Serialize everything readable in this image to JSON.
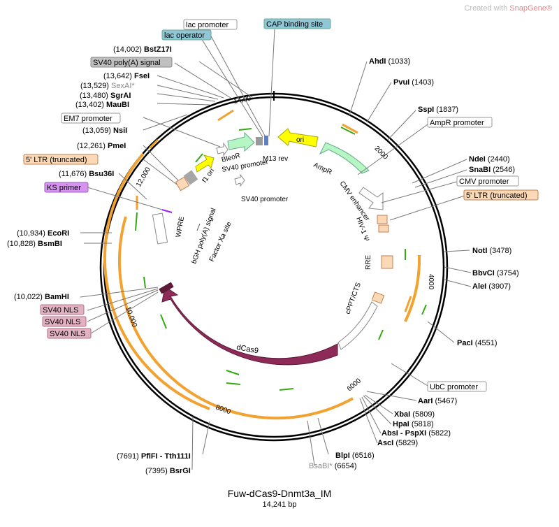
{
  "watermark": {
    "prefix": "Created with ",
    "brand": "SnapGene®"
  },
  "plasmid": {
    "name": "Fuw-dCas9-Dnmt3a_IM",
    "length_label": "14,241 bp"
  },
  "ticks": [
    "2000",
    "4000",
    "6000",
    "8000",
    "10,000",
    "12,000",
    "14,00"
  ],
  "enzymes_left": [
    {
      "pos": "(14,002)",
      "name": "BstZ17I"
    },
    {
      "pos": "(13,642)",
      "name": "FseI"
    },
    {
      "pos": "(13,529)",
      "name": "SexAI*"
    },
    {
      "pos": "(13,480)",
      "name": "SgrAI"
    },
    {
      "pos": "(13,402)",
      "name": "MauBI"
    },
    {
      "pos": "(13,059)",
      "name": "NsiI"
    },
    {
      "pos": "(12,261)",
      "name": "PmeI"
    },
    {
      "pos": "(11,676)",
      "name": "Bsu36I"
    },
    {
      "pos": "(10,934)",
      "name": "EcoRI"
    },
    {
      "pos": "(10,828)",
      "name": "BsmBI"
    },
    {
      "pos": "(10,022)",
      "name": "BamHI"
    }
  ],
  "enzymes_right": [
    {
      "name": "AhdI",
      "pos": "(1033)"
    },
    {
      "name": "PvuI",
      "pos": "(1403)"
    },
    {
      "name": "SspI",
      "pos": "(1837)"
    },
    {
      "name": "NdeI",
      "pos": "(2440)"
    },
    {
      "name": "SnaBI",
      "pos": "(2546)"
    },
    {
      "name": "NotI",
      "pos": "(3478)"
    },
    {
      "name": "BbvCI",
      "pos": "(3754)"
    },
    {
      "name": "AleI",
      "pos": "(3907)"
    },
    {
      "name": "PacI",
      "pos": "(4551)"
    },
    {
      "name": "AarI",
      "pos": "(5467)"
    },
    {
      "name": "XbaI",
      "pos": "(5809)"
    },
    {
      "name": "HpaI",
      "pos": "(5818)"
    },
    {
      "name": "AbsI - PspXI",
      "pos": "(5822)"
    },
    {
      "name": "AscI",
      "pos": "(5829)"
    }
  ],
  "enzymes_bottom": [
    {
      "pos": "(7691)",
      "name": "PflFI - Tth111I"
    },
    {
      "pos": "(7395)",
      "name": "BsrGI"
    },
    {
      "name": "BlpI",
      "pos": "(6516)"
    },
    {
      "name": "BsaBI*",
      "pos": "(6654)"
    }
  ],
  "boxed_labels": [
    {
      "text": "lac promoter",
      "fill": "#ffffff"
    },
    {
      "text": "lac operator",
      "fill": "#8fc7d6"
    },
    {
      "text": "CAP binding site",
      "fill": "#8fc7d6"
    },
    {
      "text": "SV40 poly(A) signal",
      "fill": "#c0c0c0"
    },
    {
      "text": "EM7 promoter",
      "fill": "#ffffff"
    },
    {
      "text": "5' LTR (truncated)",
      "fill": "#fbd9b7"
    },
    {
      "text": "KS primer",
      "fill": "#d692ef"
    },
    {
      "text": "SV40 NLS",
      "fill": "#e3b2c2"
    },
    {
      "text": "SV40 NLS",
      "fill": "#e3b2c2"
    },
    {
      "text": "SV40 NLS",
      "fill": "#e3b2c2"
    },
    {
      "text": "AmpR promoter",
      "fill": "#ffffff"
    },
    {
      "text": "CMV promoter",
      "fill": "#ffffff"
    },
    {
      "text": "5' LTR (truncated)",
      "fill": "#fbd9b7"
    },
    {
      "text": "UbC promoter",
      "fill": "#ffffff"
    }
  ],
  "features": {
    "bleor": "BleoR",
    "m13rev": "M13 rev",
    "ori": "ori",
    "sv40promoter": "SV40 promoter",
    "sv40promoter2": "SV40 promoter",
    "ampr": "AmpR",
    "f1ori": "f1 ori",
    "cmv_enhancer": "CMV enhancer",
    "hiv_psi": "HIV-1 Ψ",
    "rre": "RRE",
    "cppt": "cPPT/CTS",
    "dcas9": "dCas9",
    "wpre": "WPRE",
    "bgh": "bGH poly(A) signal",
    "factorxa": "Factor Xa site"
  },
  "colors": {
    "backbone": "#000000",
    "orf": "#ff9900",
    "primer": "#33aa11",
    "dcas9": "#8e2a58",
    "ampr": "#b6f5c4",
    "ori": "#ffff00",
    "ltr": "#fbd9b7"
  }
}
